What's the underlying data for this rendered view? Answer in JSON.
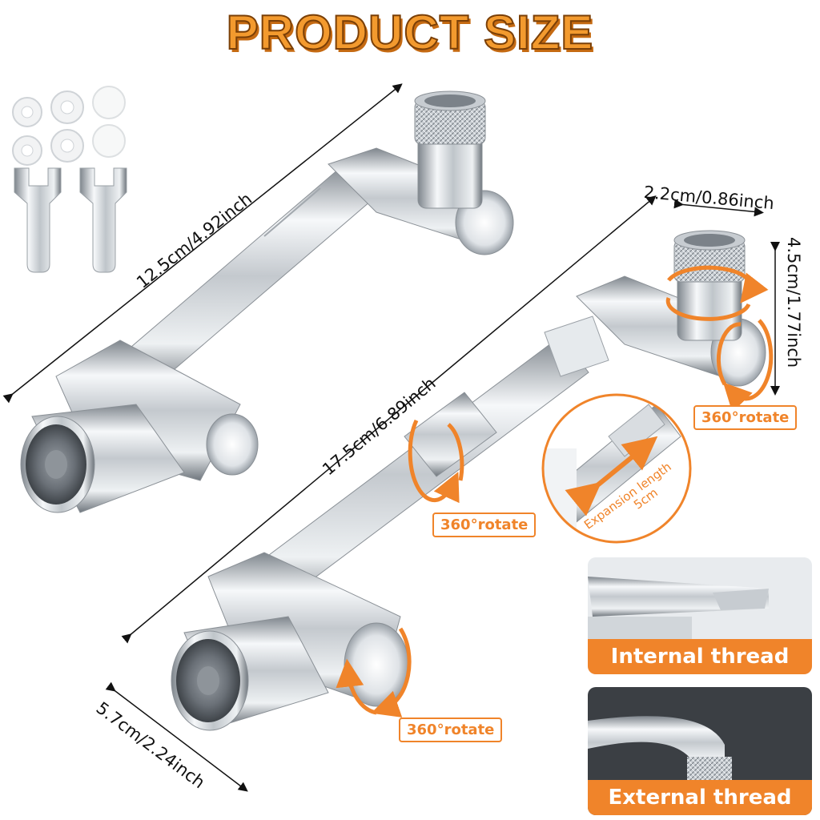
{
  "title": "PRODUCT SIZE",
  "dimensions": {
    "arm_short": "12.5cm/4.92inch",
    "arm_long": "17.5cm/6.89inch",
    "connector_width": "2.2cm/0.86inch",
    "connector_height": "4.5cm/1.77inch",
    "head_width": "5.7cm/2.24inch"
  },
  "rotate_labels": {
    "top_joint": "360°rotate",
    "middle_joint": "360°rotate",
    "bottom_joint": "360°rotate"
  },
  "expansion": {
    "line1": "Expansion length",
    "line2": "5cm"
  },
  "thread_panels": {
    "internal": "Internal thread",
    "external": "External thread"
  },
  "colors": {
    "accent": "#f0842a",
    "title_fill": "#f39a2e",
    "chrome_light": "#f4f6f8",
    "chrome_dark": "#8d949c"
  },
  "accessories": {
    "washers": 6,
    "wrenches": 2
  }
}
